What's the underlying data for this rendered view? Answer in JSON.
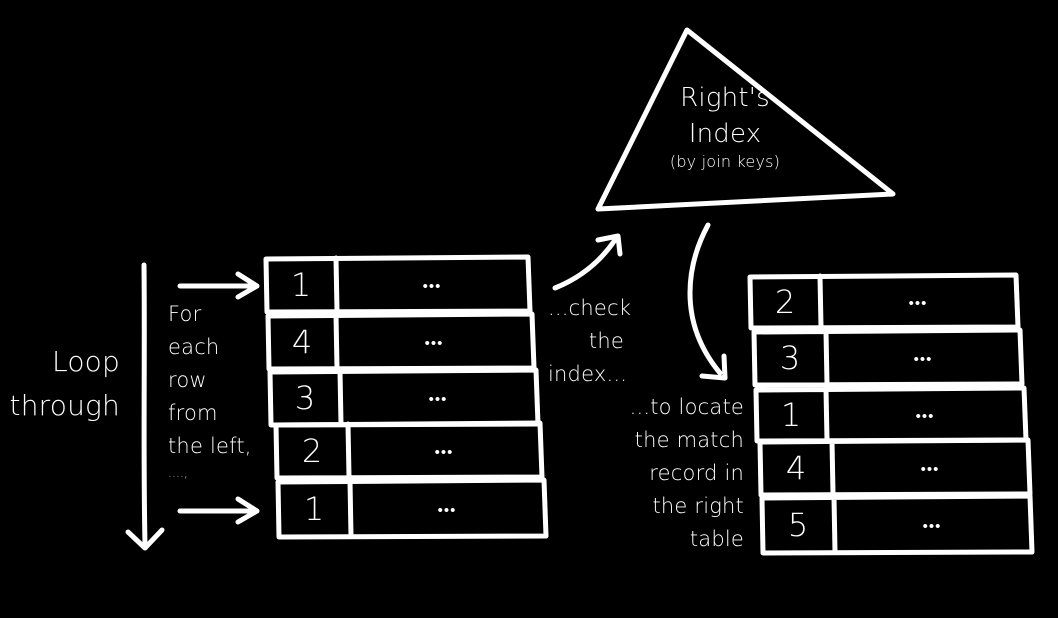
{
  "labels": {
    "loop_line1": "Loop",
    "loop_line2": "through",
    "for_each": [
      "For",
      "each",
      "row",
      "from",
      "the left,",
      "....,"
    ],
    "check": [
      "...check",
      "the",
      "index..."
    ],
    "locate": [
      "...to locate",
      "the match",
      "record in",
      "the right",
      "table"
    ]
  },
  "index": {
    "title_line1": "Right's",
    "title_line2": "Index",
    "subtitle": "(by join keys)"
  },
  "left_table": {
    "keys": [
      "1",
      "4",
      "3",
      "2",
      "1"
    ],
    "cell": "•••"
  },
  "right_table": {
    "keys": [
      "2",
      "3",
      "1",
      "4",
      "5"
    ],
    "cell": "•••"
  },
  "colors": {
    "background": "#000000",
    "ink": "#ffffff"
  }
}
